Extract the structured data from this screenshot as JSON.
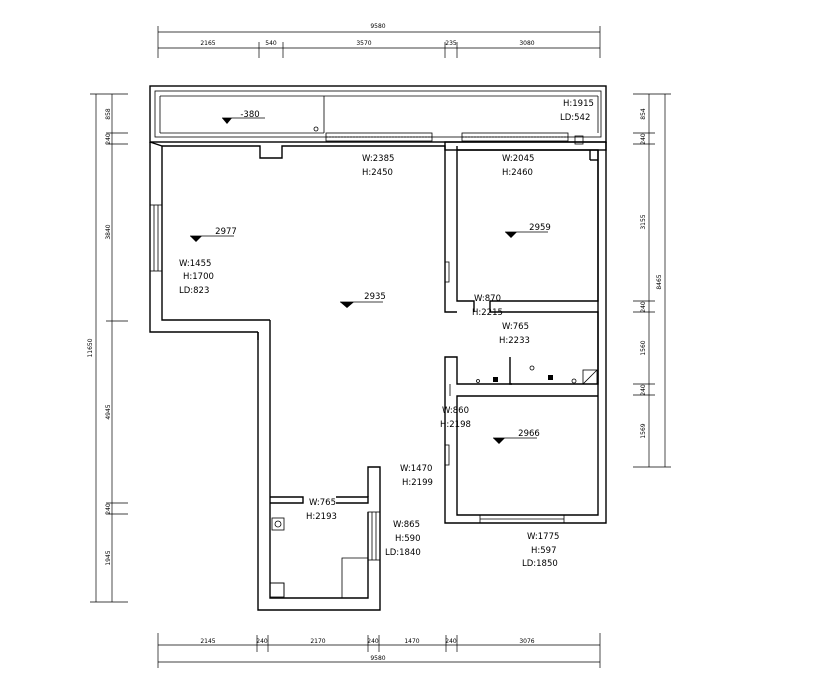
{
  "dimensions": {
    "top_total": "9580",
    "top_segments": [
      "2165",
      "540",
      "3570",
      "235",
      "3080"
    ],
    "bottom_total": "9580",
    "bottom_segments": [
      "2145",
      "240",
      "2170",
      "240",
      "1470",
      "240",
      "3076"
    ],
    "left_total": "11650",
    "left_segments": [
      "858",
      "240",
      "3840",
      "4945",
      "240",
      "1945"
    ],
    "right_total": "8465",
    "right_segments": [
      "854",
      "240",
      "3155",
      "240",
      "1560",
      "240",
      "1569"
    ]
  },
  "annotations": {
    "level_balcony": "-380",
    "window_top_right": {
      "h": "H:1915",
      "ld": "LD:542"
    },
    "door_corridor": {
      "w": "W:2385",
      "h": "H:2450"
    },
    "door_bedroom1": {
      "w": "W:2045",
      "h": "H:2460"
    },
    "level_bedroom1": "2959",
    "level_living": "2977",
    "window_left": {
      "w": "W:1455",
      "h": "H:1700",
      "ld": "LD:823"
    },
    "level_center": "2935",
    "door_bath": {
      "w": "W:870",
      "h": "H:2215"
    },
    "door_utility": {
      "w": "W:765",
      "h": "H:2233"
    },
    "door_bedroom2": {
      "w": "W:860",
      "h": "H:2198"
    },
    "level_bedroom2": "2966",
    "door_hall": {
      "w": "W:1470",
      "h": "H:2199"
    },
    "door_kitchen": {
      "w": "W:765",
      "h": "H:2193"
    },
    "window_kitchen": {
      "w": "W:865",
      "h": "H:590",
      "ld": "LD:1840"
    },
    "window_bottom": {
      "w": "W:1775",
      "h": "H:597",
      "ld": "LD:1850"
    }
  }
}
